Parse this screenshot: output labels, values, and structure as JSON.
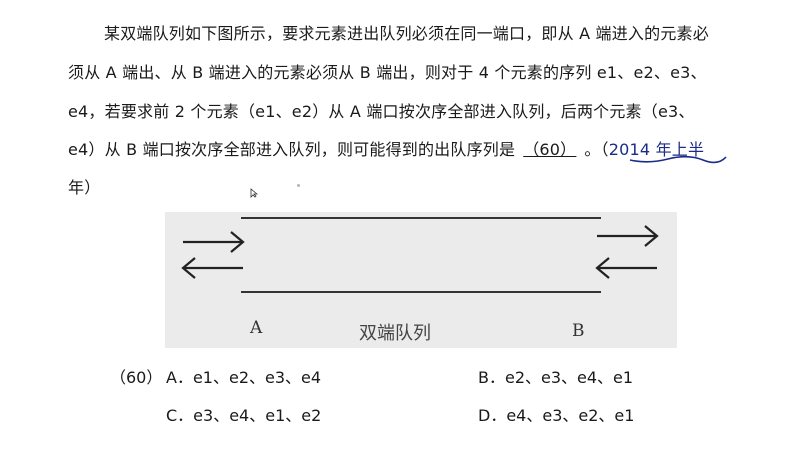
{
  "question": {
    "line1": "某双端队列如下图所示，要求元素进出队列必须在同一端口，即从 A 端进入的元素必",
    "line2": "须从 A 端出、从 B 端进入的元素必须从 B 端出，则对于 4 个元素的序列 e1、e2、e3、",
    "line3": "e4，若要求前 2 个元素（e1、e2）从 A 端口按次序全部进入队列，后两个元素（e3、",
    "line4_prefix": "e4）从 B 端口按次序全部进入队列，则可能得到的出队序列是",
    "blank": "（60）",
    "line4_mid": "。（",
    "source": "2014 年上半",
    "line5": "年）"
  },
  "figure": {
    "label_a": "A",
    "label_b": "B",
    "caption": "双端队列"
  },
  "options": {
    "number": "（60）",
    "a": "A．e1、e2、e3、e4",
    "b": "B．e2、e3、e4、e1",
    "c": "C．e3、e4、e1、e2",
    "d": "D．e4、e3、e2、e1"
  },
  "colors": {
    "annotation_ink": "#1a2b8a",
    "figure_background": "#ebebeb"
  }
}
